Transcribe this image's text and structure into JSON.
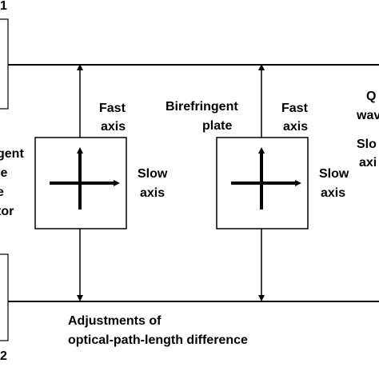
{
  "labels": {
    "corner_top": "1",
    "corner_bottom": "2",
    "left_partial_1": "gent",
    "left_partial_2": "le",
    "left_partial_3": "e",
    "left_partial_4": "tor",
    "fast1_line1": "Fast",
    "fast1_line2": "axis",
    "slow1_line1": "Slow",
    "slow1_line2": "axis",
    "plate_line1": "Birefringent",
    "plate_line2": "plate",
    "fast2_line1": "Fast",
    "fast2_line2": "axis",
    "slow2_line1": "Slow",
    "slow2_line2": "axis",
    "right_partial_1": "Q",
    "right_partial_2": "wav",
    "right_partial_3": "Slo",
    "right_partial_4": "axi",
    "bottom_line1": "Adjustments of",
    "bottom_line2": "optical-path-length difference"
  },
  "colors": {
    "stroke": "#000000",
    "background": "#ffffff"
  }
}
